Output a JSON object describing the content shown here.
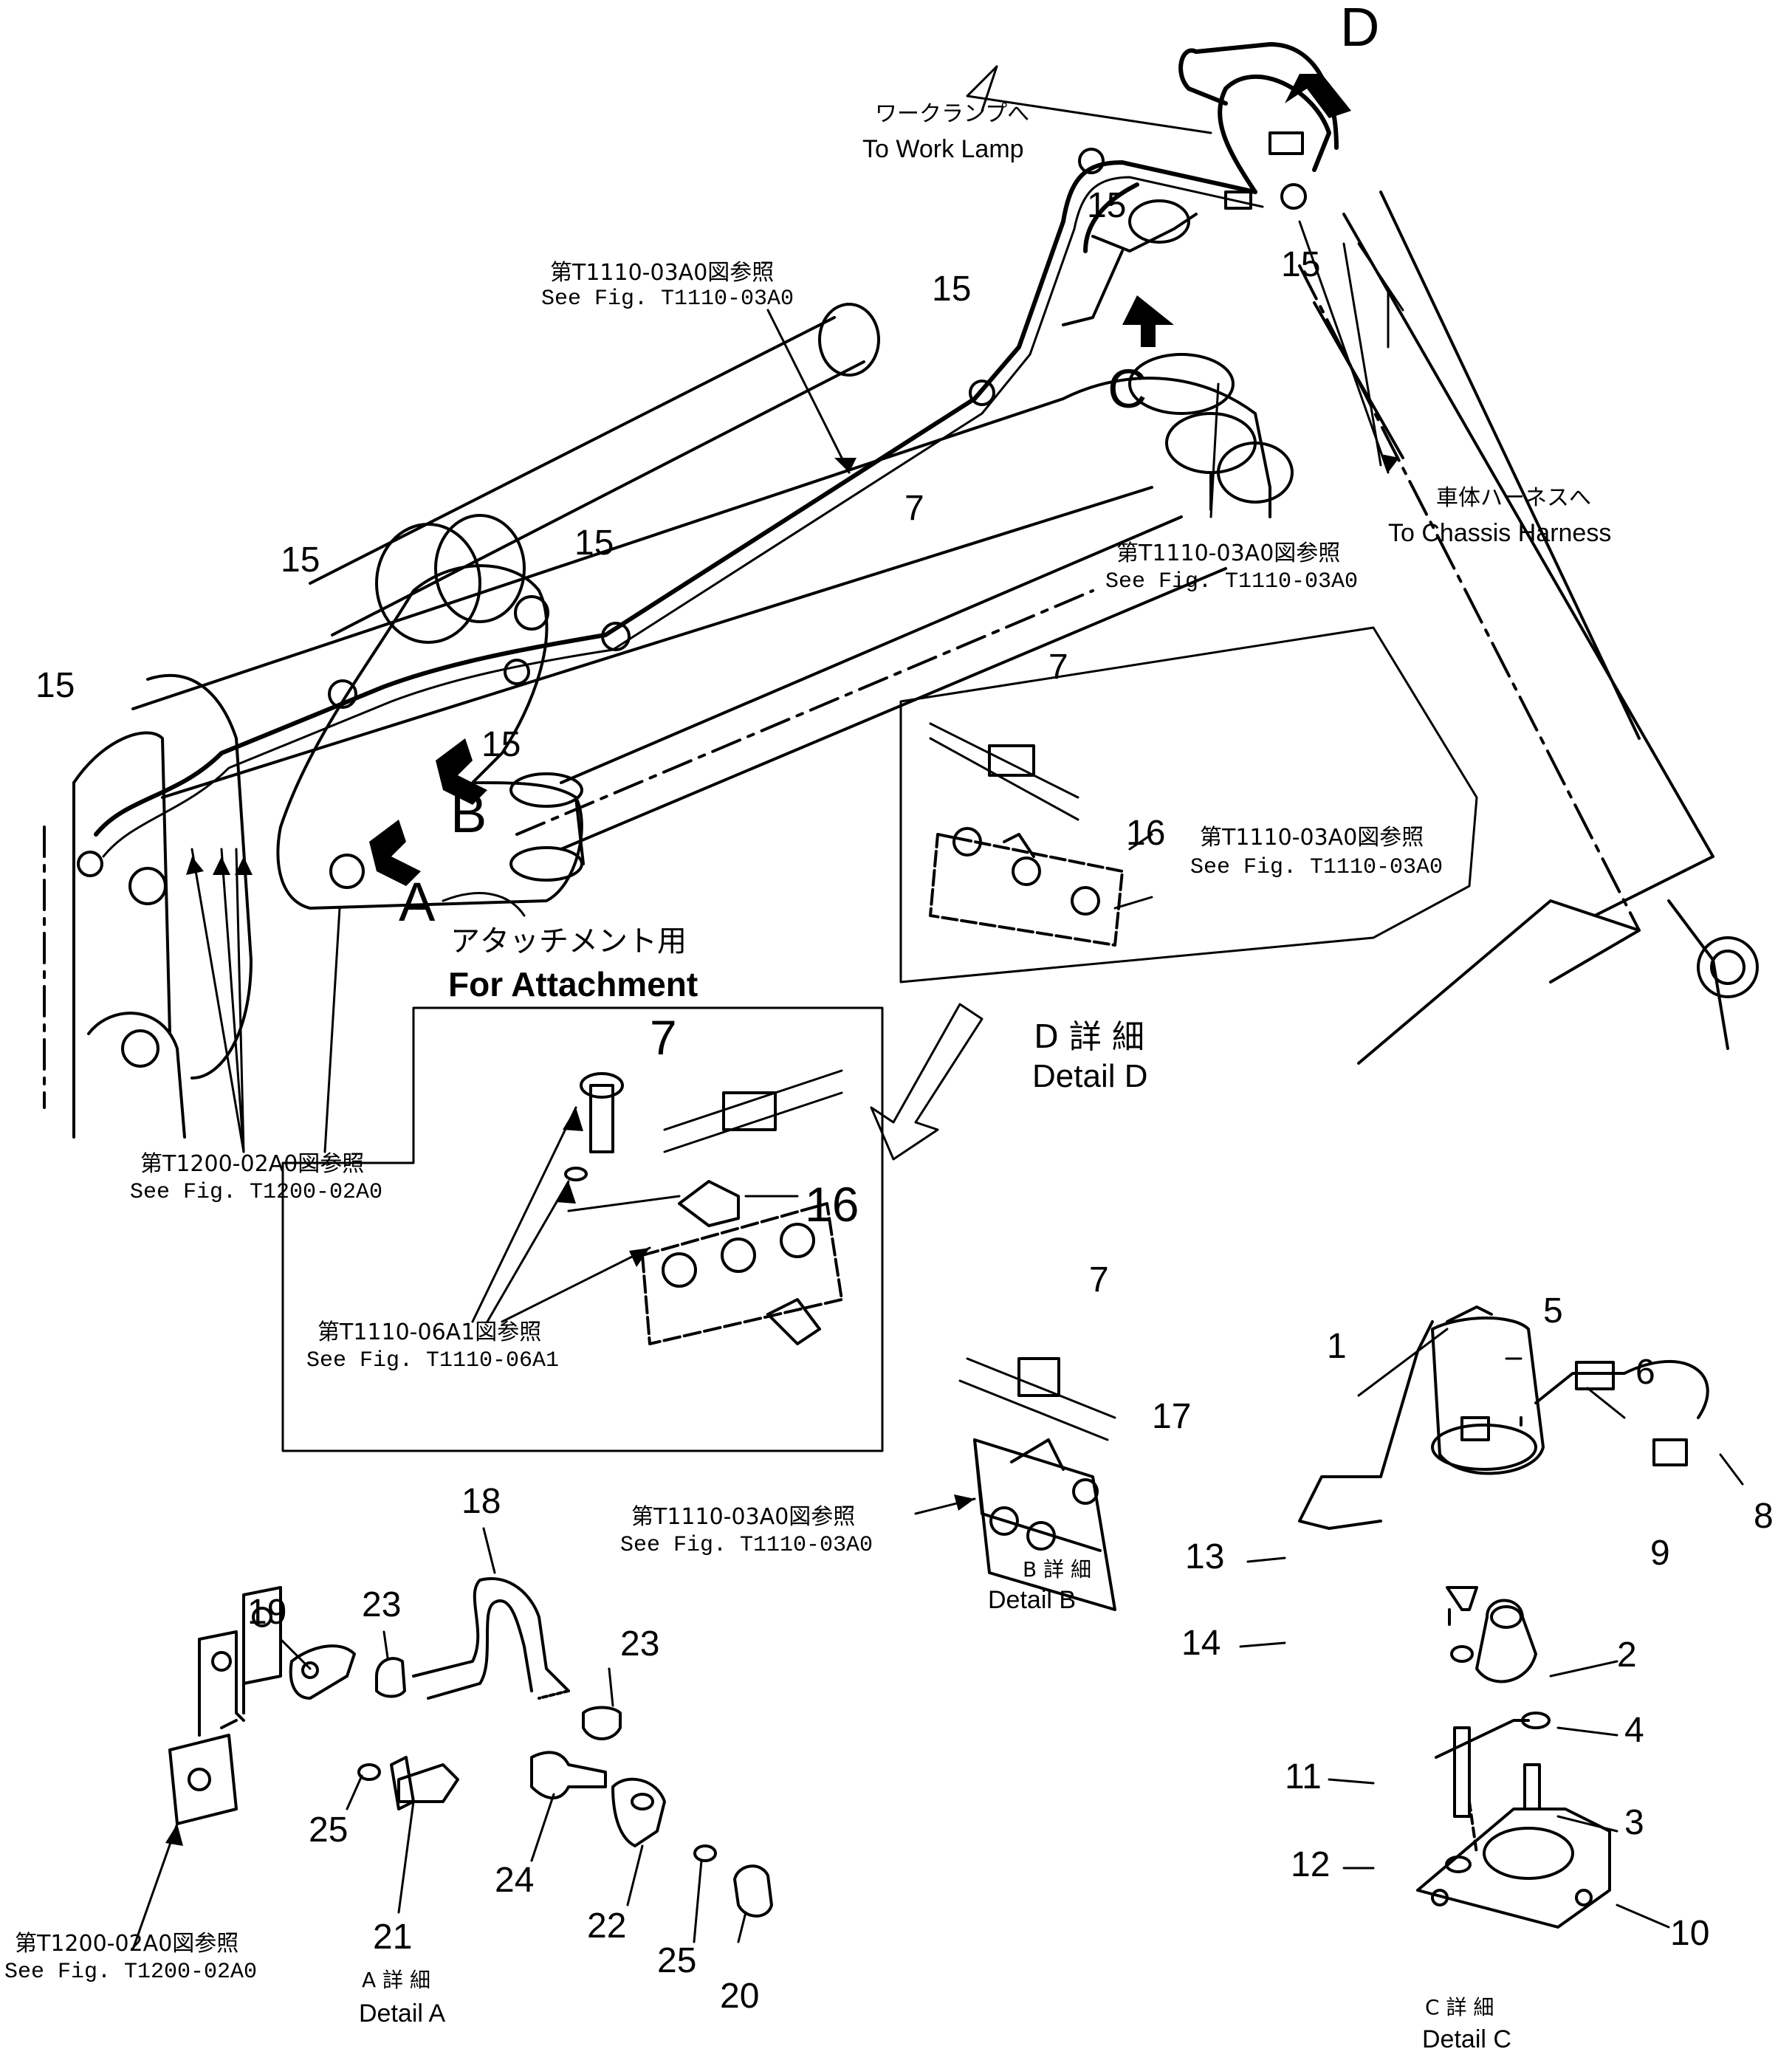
{
  "callouts": {
    "n1": "1",
    "n2": "2",
    "n3": "3",
    "n4": "4",
    "n5": "5",
    "n6": "6",
    "n7": "7",
    "n8": "8",
    "n9": "9",
    "n10": "10",
    "n11": "11",
    "n12": "12",
    "n13": "13",
    "n14": "14",
    "n15": "15",
    "n16": "16",
    "n17": "17",
    "n18": "18",
    "n19": "19",
    "n20": "20",
    "n21": "21",
    "n22": "22",
    "n23": "23",
    "n24": "24",
    "n25": "25"
  },
  "view_letters": {
    "a": "A",
    "b": "B",
    "c": "C",
    "d": "D"
  },
  "references": {
    "t1110_03a0_jp": "第T1110-03A0図参照",
    "t1110_03a0_en": "See Fig. T1110-03A0",
    "t1200_02a0_jp": "第T1200-02A0図参照",
    "t1200_02a0_en": "See Fig. T1200-02A0",
    "t1110_06a1_jp": "第T1110-06A1図参照",
    "t1110_06a1_en": "See Fig. T1110-06A1"
  },
  "notes": {
    "work_lamp_jp": "ワークランプへ",
    "work_lamp_en": "To Work Lamp",
    "chassis_jp": "車体ハーネスへ",
    "chassis_en": "To Chassis Harness",
    "attachment_jp": "アタッチメント用",
    "attachment_en": "For Attachment"
  },
  "details": {
    "a_jp": "A 詳 細",
    "a_en": "Detail A",
    "b_jp": "B 詳 細",
    "b_en": "Detail B",
    "c_jp": "C 詳 細",
    "c_en": "Detail C",
    "d_jp": "D 詳 細",
    "d_en": "Detail D"
  }
}
